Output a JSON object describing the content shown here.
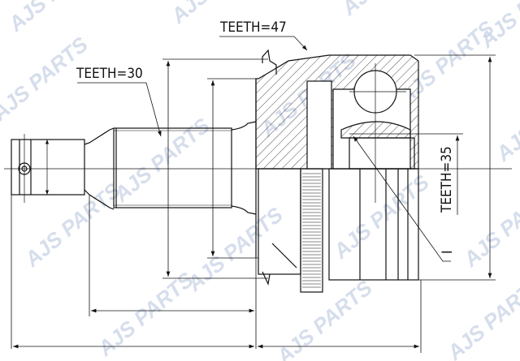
{
  "drawing": {
    "labels": {
      "teeth_outer": "TEETH=47",
      "teeth_shaft": "TEETH=30",
      "teeth_inner": "TEETH=35",
      "mark_i": "I"
    },
    "watermark": "AJS PARTS",
    "colors": {
      "line": "#111111",
      "watermark": "#c9d4e6"
    }
  }
}
